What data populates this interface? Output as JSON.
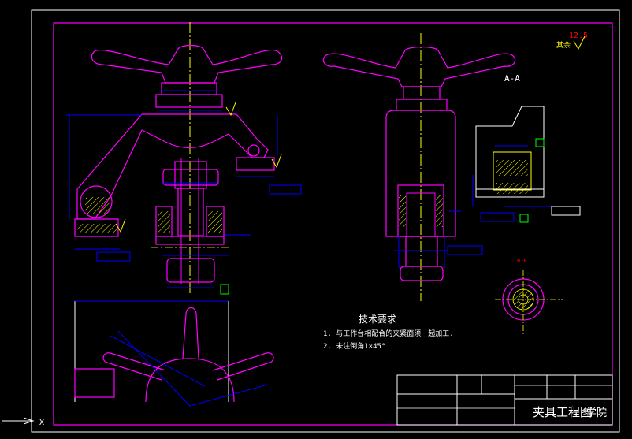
{
  "drawing": {
    "view_label": "A-A",
    "surface_finish": "12.5",
    "finish_note": "其余",
    "section_label": "B-B"
  },
  "requirements": {
    "heading": "技术要求",
    "line1": "1. 与工作台相配合的夹紧面须一起加工.",
    "line2": "2. 未注倒角1×45°"
  },
  "title_block": {
    "name": "夹具工程图",
    "school": "学院"
  },
  "colors": {
    "background": "#000000",
    "outline": "#ff00ff",
    "dimension": "#0000ff",
    "centerline": "#ffff00",
    "hatch": "#ffff00",
    "text": "#ffffff",
    "datum": "#00ff00",
    "red": "#ff0000"
  },
  "icons": {
    "ucs": "ucs-icon"
  }
}
